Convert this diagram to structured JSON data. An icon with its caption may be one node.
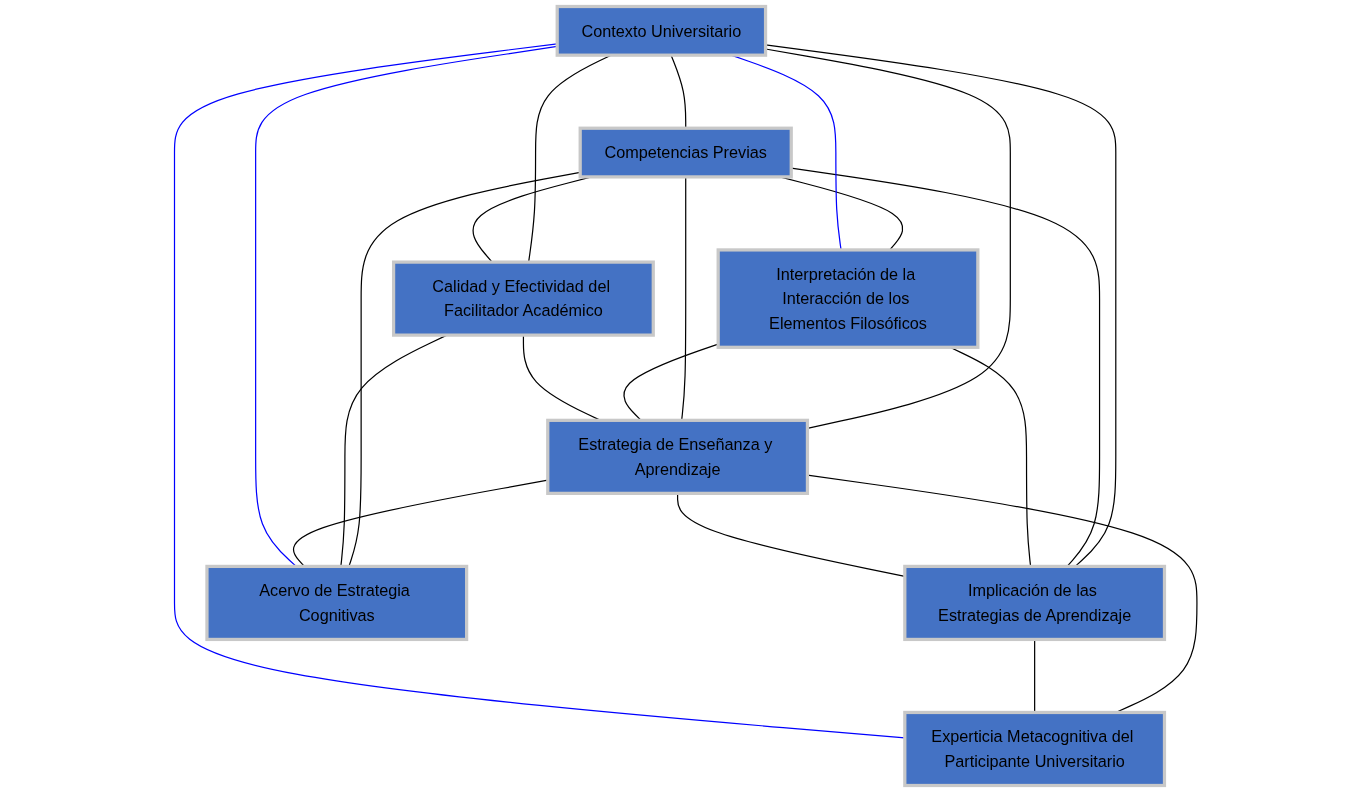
{
  "diagram": {
    "nodes": [
      {
        "text": [
          "Contexto Universitario"
        ]
      },
      {
        "text": [
          "Competencias  Previas"
        ]
      },
      {
        "text": [
          "Interpretación de la Interacción de los Elementos Filosóficos"
        ]
      },
      {
        "text": [
          "Calidad y Efectividad del Facilitador Académico"
        ]
      },
      {
        "text": [
          "Estrategia de Enseñanza y Aprendizaje"
        ]
      },
      {
        "text": [
          "Implicación de las Estrategias de Aprendizaje"
        ]
      },
      {
        "text": [
          "Acervo de Estrategia Cognitivas"
        ]
      },
      {
        "text": [
          "Experticia Metacognitiva del Participante Universitario"
        ]
      }
    ],
    "edges": [
      {
        "from": 0,
        "to": 1,
        "arrow": "none"
      },
      {
        "from": 1,
        "to": 2,
        "arrow": "none"
      },
      {
        "from": 0,
        "to": 3,
        "arrow": "none"
      },
      {
        "from": 0,
        "to": 4,
        "arrow": "none"
      },
      {
        "from": 0,
        "to": 5,
        "arrow": "none"
      },
      {
        "from": 1,
        "to": 3,
        "arrow": "none"
      },
      {
        "from": 1,
        "to": 4,
        "arrow": "none"
      },
      {
        "from": 1,
        "to": 5,
        "arrow": "none"
      },
      {
        "from": 1,
        "to": 6,
        "arrow": "none"
      },
      {
        "from": 2,
        "to": 4,
        "arrow": "none"
      },
      {
        "from": 2,
        "to": 5,
        "arrow": "none"
      },
      {
        "from": 3,
        "to": 4,
        "arrow": "none"
      },
      {
        "from": 4,
        "to": 5,
        "arrow": "none"
      },
      {
        "from": 3,
        "to": 6,
        "arrow": "none"
      },
      {
        "from": 4,
        "to": 6,
        "arrow": "none"
      },
      {
        "from": 4,
        "to": 7,
        "arrow": "none"
      },
      {
        "from": 5,
        "to": 7,
        "arrow": "none"
      },
      {
        "from": 0,
        "to": 6,
        "arrow": "none",
        "color": "#0000ff"
      },
      {
        "from": 0,
        "to": 2,
        "arrow": "none",
        "color": "#0000ff"
      },
      {
        "from": 0,
        "to": 7,
        "arrow": "none",
        "color": "#0000ff"
      }
    ]
  }
}
